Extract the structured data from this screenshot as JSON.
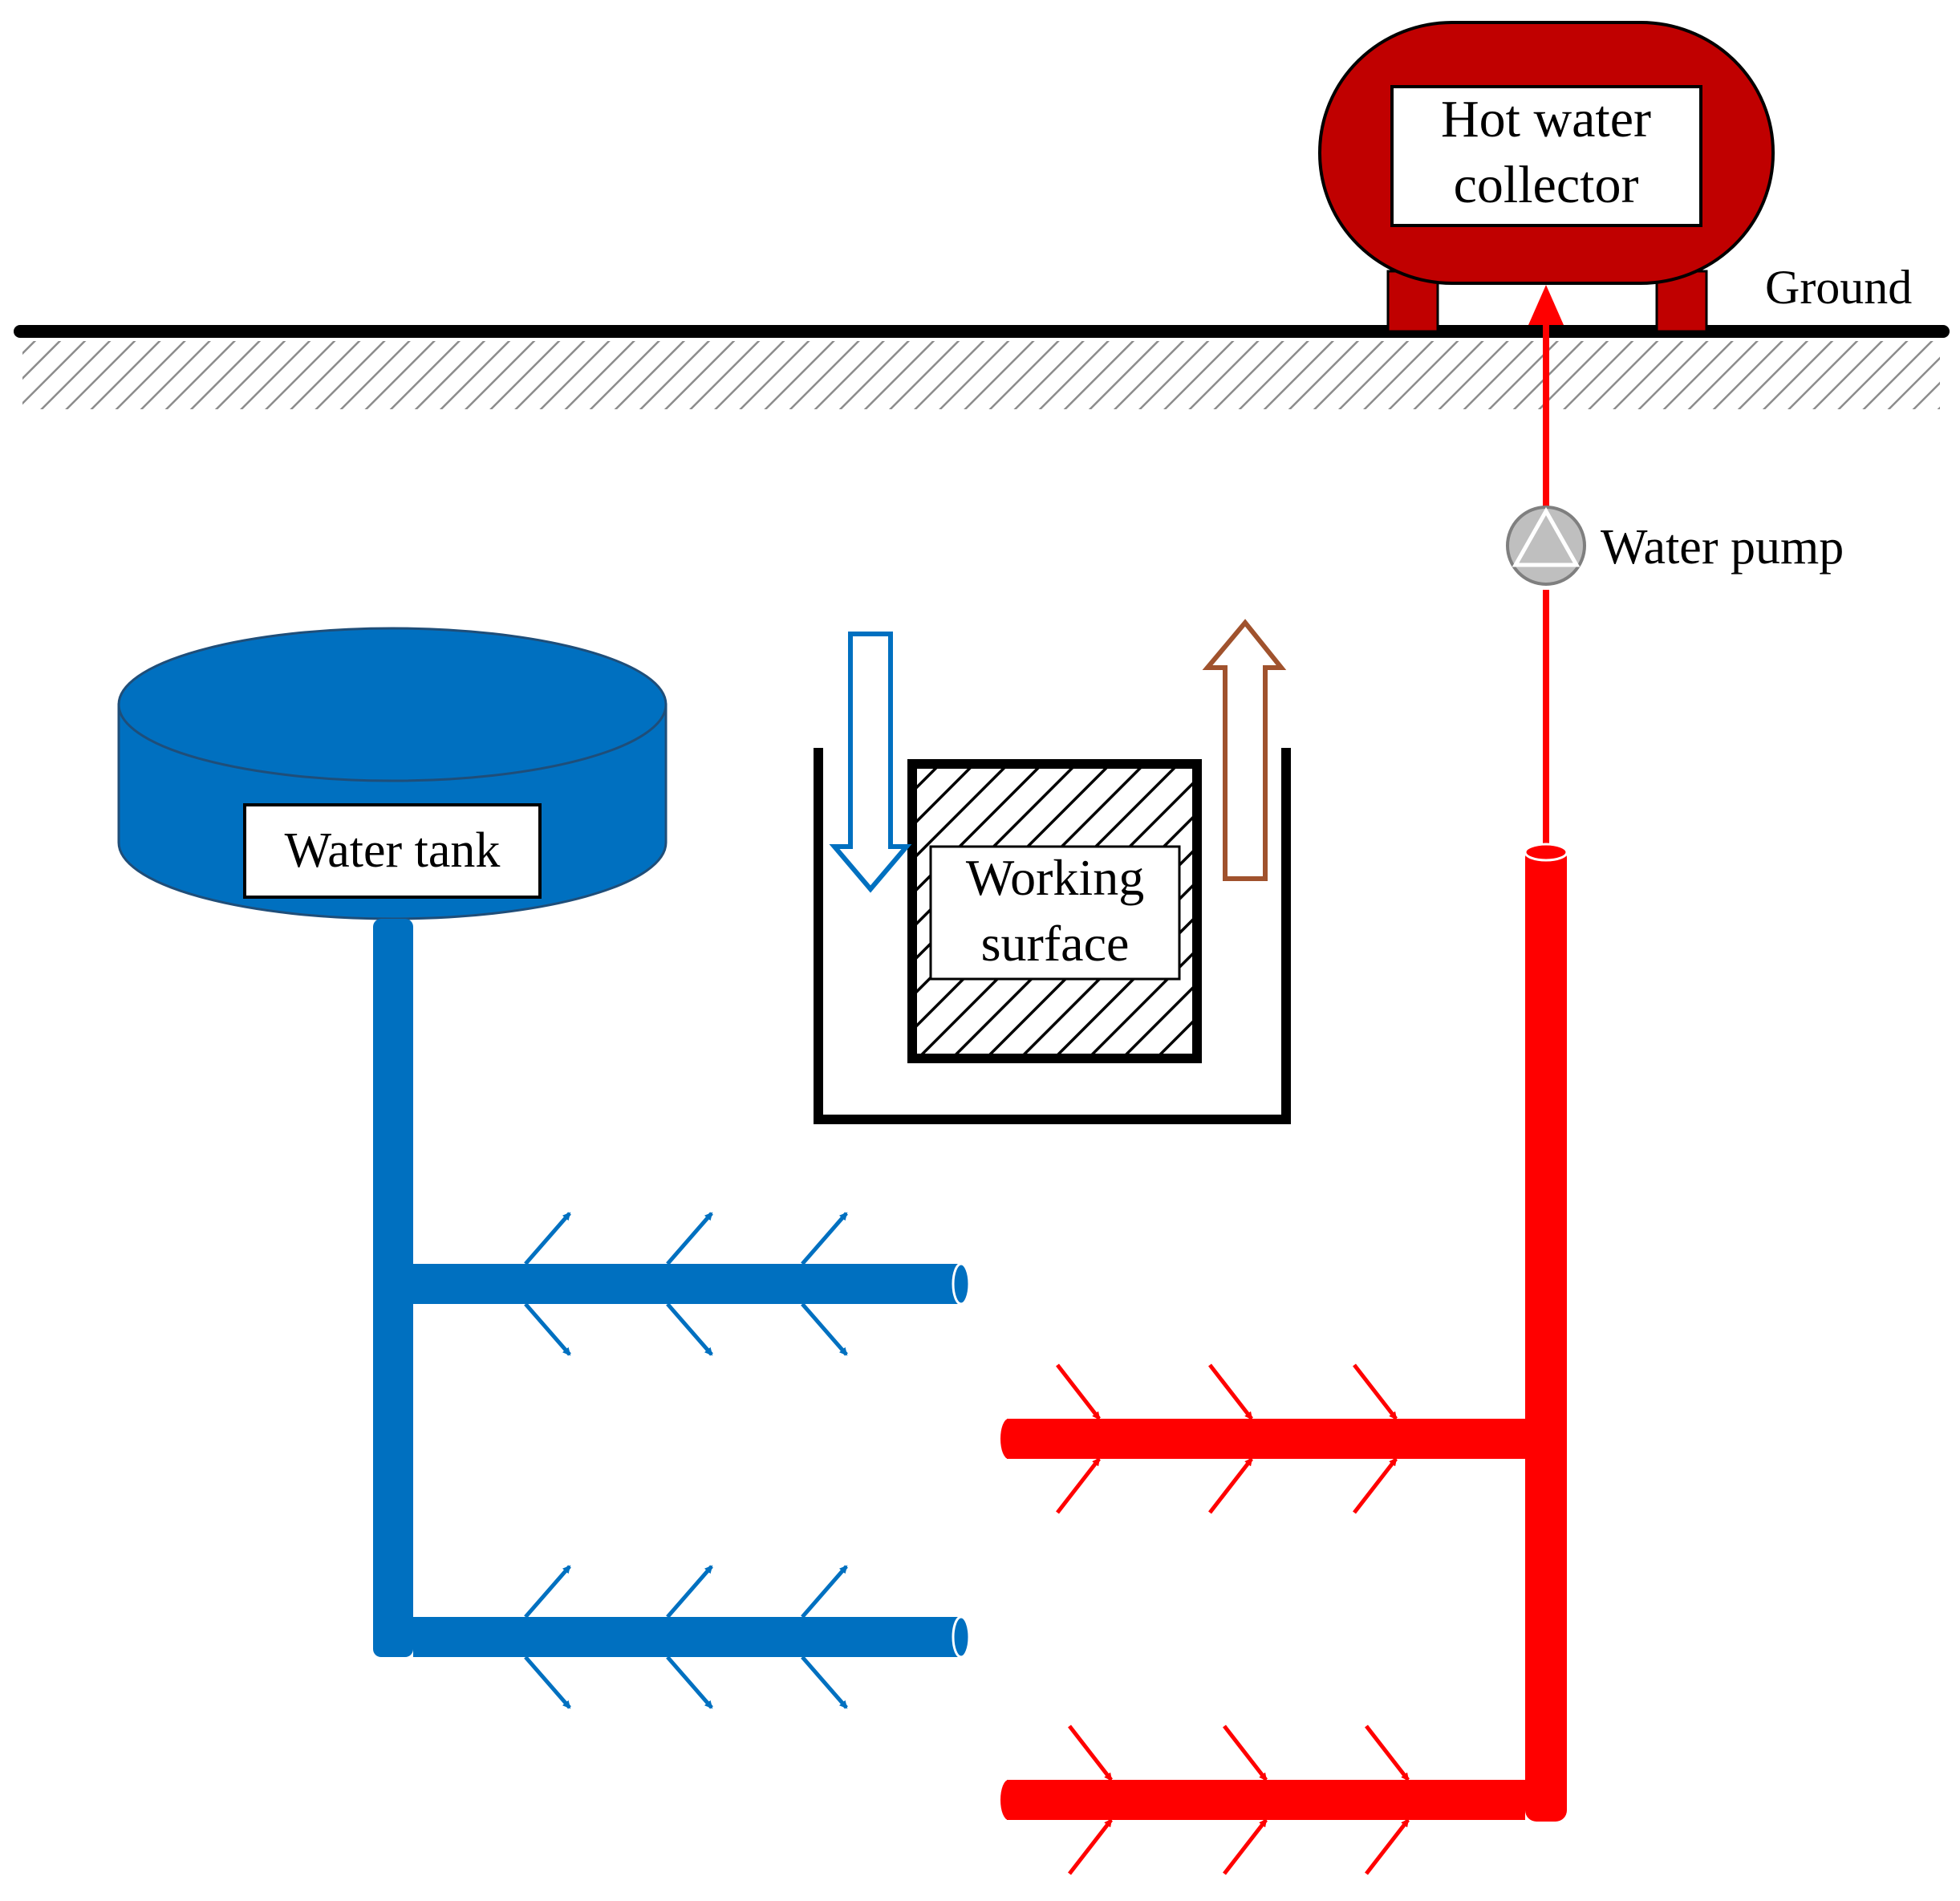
{
  "labels": {
    "hot_water_collector_line1": "Hot water",
    "hot_water_collector_line2": "collector",
    "ground": "Ground",
    "water_pump": "Water pump",
    "water_tank": "Water tank",
    "working_surface_line1": "Working",
    "working_surface_line2": "surface"
  },
  "colors": {
    "cold_water": "#0070C0",
    "hot_water": "#FF0000",
    "collector": "#C00000",
    "warm_return_arrow": "#A0522D",
    "ground_line": "#000000",
    "hatch": "#8C8C8C",
    "pump": "#BFBFBF"
  },
  "icons": {
    "pump": "pump-icon",
    "injection": "outflow-arrow-icon",
    "extraction": "inflow-arrow-icon"
  }
}
